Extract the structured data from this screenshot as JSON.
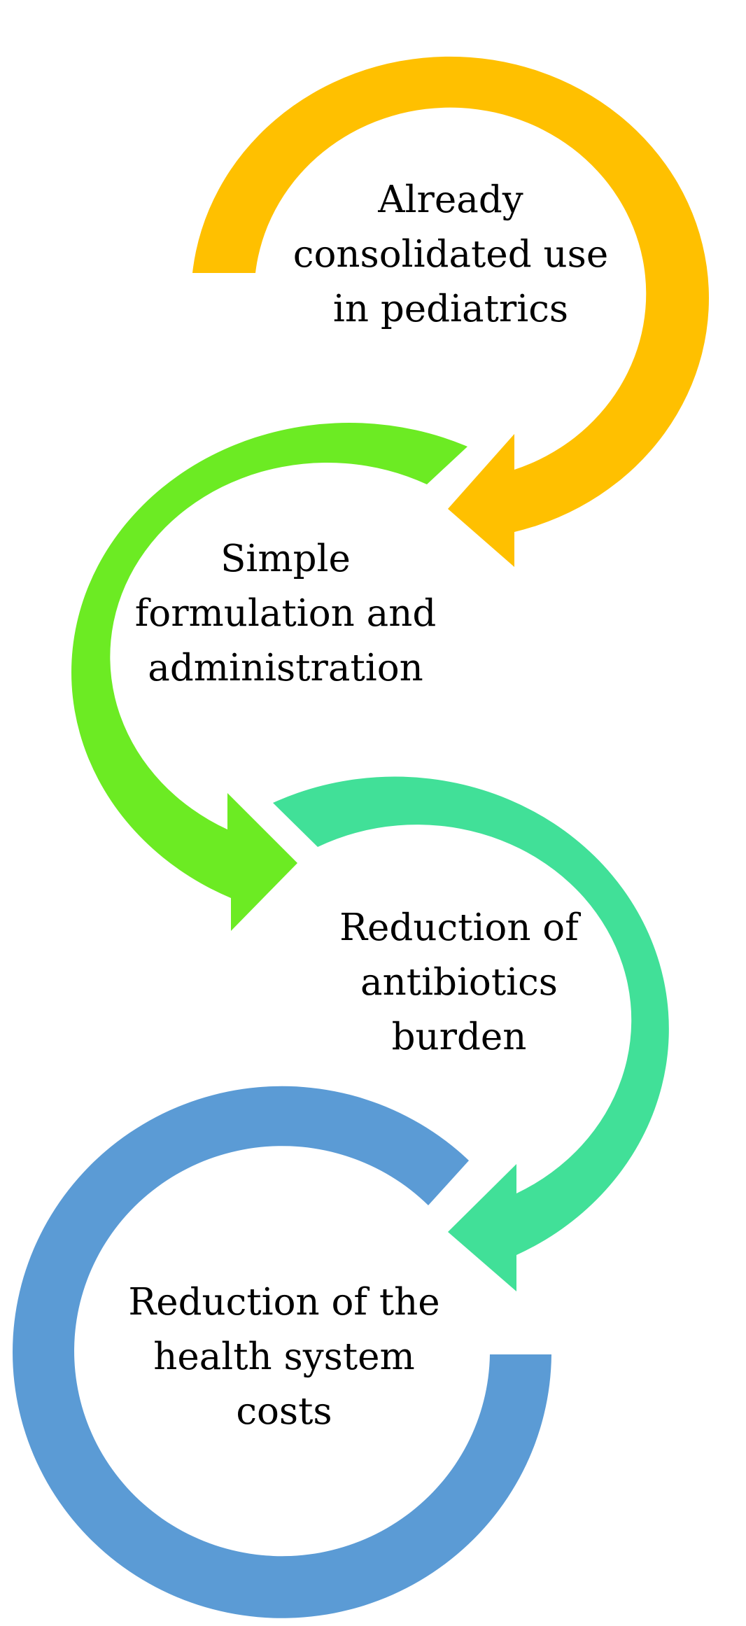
{
  "steps": [
    {
      "id": "consolidated-use",
      "lines": [
        "Already",
        "consolidated use",
        "in pediatrics"
      ],
      "color": "#FFC000"
    },
    {
      "id": "simple-formulation",
      "lines": [
        "Simple",
        "formulation and",
        "administration"
      ],
      "color": "#6CEB23"
    },
    {
      "id": "antibiotics-reduction",
      "lines": [
        "Reduction of",
        "antibiotics",
        "burden"
      ],
      "color": "#41E098"
    },
    {
      "id": "health-costs",
      "lines": [
        "Reduction of the",
        "health system",
        "costs"
      ],
      "color": "#5B9BD5"
    }
  ]
}
